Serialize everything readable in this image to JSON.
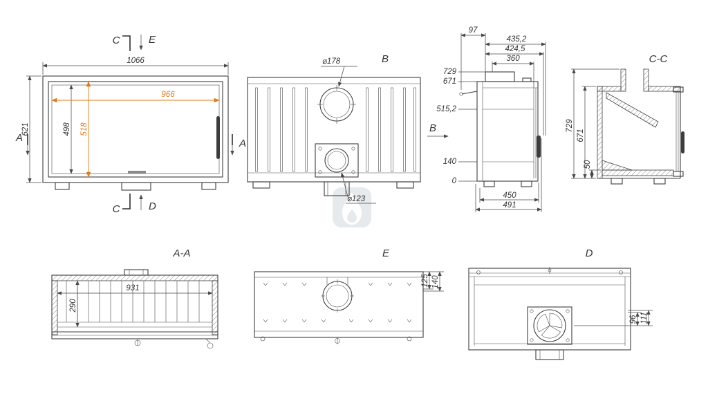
{
  "drawing": {
    "background": "#ffffff",
    "line_color": "#3c3c3c",
    "accent_color": "#e07b1a",
    "watermark_color": "#e7eaec"
  },
  "front_view": {
    "marker_c_top": "C",
    "marker_e": "E",
    "dim_outer_width": "1066",
    "dim_inner_width": "966",
    "dim_outer_height": "621",
    "dim_glass_height": "498",
    "dim_firebox_height": "518",
    "marker_a_left": "A",
    "marker_a_right": "A",
    "marker_c_bottom": "C",
    "marker_d": "D"
  },
  "rear_view": {
    "label": "B",
    "dim_flue_diameter": "⌀178",
    "dim_intake_diameter": "⌀123"
  },
  "side_view": {
    "label": "B",
    "dim_flue_offset": "97",
    "dim_depth_total": "435,2",
    "dim_depth_body": "424,5",
    "dim_depth_360": "360",
    "dim_height_729": "729",
    "dim_height_671": "671",
    "dim_height_515": "515,2",
    "dim_height_140": "140",
    "dim_height_0": "0",
    "dim_depth_450": "450",
    "dim_depth_491": "491"
  },
  "section_cc": {
    "label": "C-C",
    "dim_height_729": "729",
    "dim_height_671": "671",
    "dim_base_50": "50"
  },
  "section_aa": {
    "label": "A-A",
    "dim_width_931": "931",
    "dim_depth_290": "290"
  },
  "section_e": {
    "label": "E",
    "dim_125": "125",
    "dim_140": "140"
  },
  "section_d": {
    "label": "D",
    "dim_96": "96",
    "dim_111": "111"
  }
}
